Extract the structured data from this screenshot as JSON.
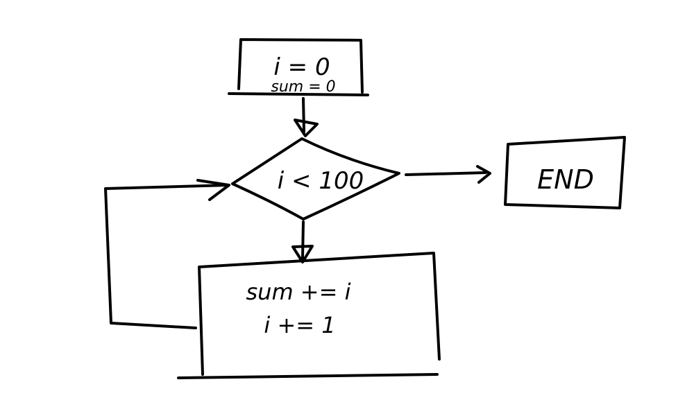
{
  "diagram": {
    "type": "flowchart",
    "init": {
      "line1": "i = 0",
      "line2": "sum = 0"
    },
    "condition": {
      "text": "i < 100"
    },
    "end": {
      "text": "END"
    },
    "body": {
      "line1": "sum += i",
      "line2": "i += 1"
    },
    "edges": [
      {
        "from": "init",
        "to": "condition"
      },
      {
        "from": "condition",
        "to": "end"
      },
      {
        "from": "condition",
        "to": "body"
      },
      {
        "from": "body",
        "to": "condition"
      }
    ]
  }
}
